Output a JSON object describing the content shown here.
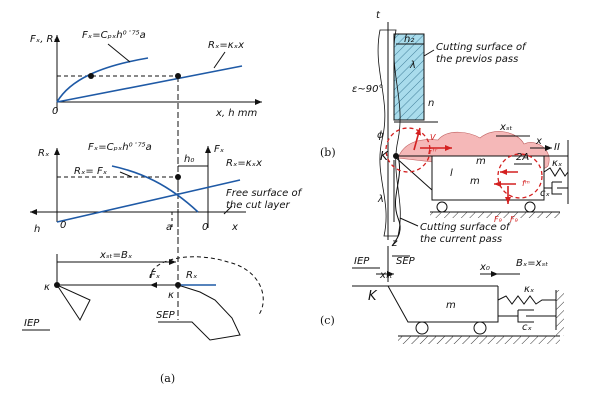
{
  "panel_a": {
    "caption": "(a)",
    "top": {
      "y_axis": "Fₓ, Rₓ",
      "formula_f": "Fₓ=Cₚₓh⁰˙⁷⁵a",
      "formula_r": "Rₓ=κₓx",
      "origin": "0",
      "x_axis": "x, h mm"
    },
    "mid": {
      "y_axis": "Rₓ",
      "y_axis_right": "Fₓ",
      "formula_f": "Fₓ=Cₚₓh⁰˙⁷⁵a",
      "formula_r": "Rₓ=κₓx",
      "eq_label": "Rₓ= Fₓ",
      "h0": "h₀",
      "free_surface": "Free surface of\nthe cut layer",
      "h_left": "h",
      "origin_left": "0",
      "a_label": "a",
      "origin_right": "0",
      "x_right": "x"
    },
    "bottom": {
      "xst": "xₛₜ=Bₓ",
      "k_label": "κ",
      "iep": "IEP",
      "sep": "SEP",
      "fx": "Fₓ",
      "rx": "Rₓ",
      "k_label2": "κ"
    }
  },
  "panel_b": {
    "caption": "(b)",
    "cutting_prev": "Cutting surface of\nthe previos pass",
    "cutting_cur": "Cutting surface of\nthe current pass",
    "t": "t",
    "hz": "h₂",
    "lambda1": "λ",
    "n": "n",
    "epsilon": "ε~90°",
    "phi": "ϕ",
    "k": "K",
    "lambda2": "λ",
    "z": "z",
    "xst": "xₛₜ",
    "x": "x",
    "m": "m",
    "l": "l",
    "ii": "II",
    "kx": "κₓ",
    "cx": "cₓ",
    "twoa": "2A",
    "fg1": "F₉",
    "fg2": "F₉",
    "v": "V",
    "ffr": "Fᶠʳ",
    "ffr2": "fᵐ"
  },
  "panel_c": {
    "caption": "(c)",
    "iep": "IEP",
    "sep": "SEP",
    "xst": "xₛₜ",
    "x0": "x₀",
    "bx": "Bₓ=xₛₜ",
    "k": "K",
    "m": "m",
    "kx": "κₓ",
    "cx": "cₓ"
  },
  "colors": {
    "line": "#111111",
    "curve_blue": "#1f5aa6",
    "red": "#d42020",
    "pink": "#f5b8b8",
    "cyan": "#a9dcec"
  }
}
